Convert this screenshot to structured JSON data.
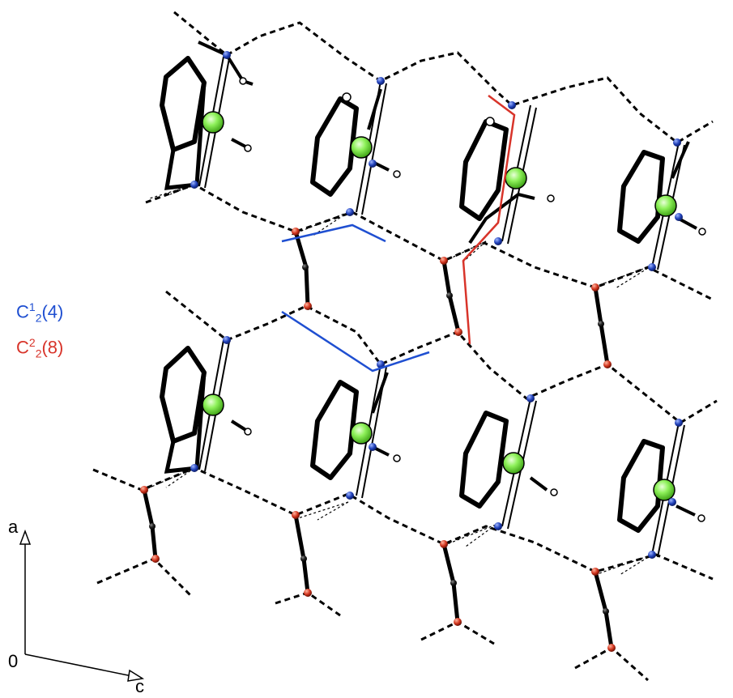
{
  "legend": {
    "graph_set_1": {
      "symbol": "C",
      "sup": "1",
      "sub": "2",
      "ring": "(4)",
      "color": "#1f4fd1"
    },
    "graph_set_2": {
      "symbol": "C",
      "sup": "2",
      "sub": "2",
      "ring": "(8)",
      "color": "#d8342a"
    }
  },
  "axes": {
    "a": "a",
    "c": "c",
    "origin": "0"
  },
  "colors": {
    "chlorine": "#7be34a",
    "nitrogen": "#1e3fb0",
    "oxygen": "#d23a1e",
    "carbon": "#111111",
    "hydrogen": "#ffffff",
    "hbond": "#000000"
  }
}
